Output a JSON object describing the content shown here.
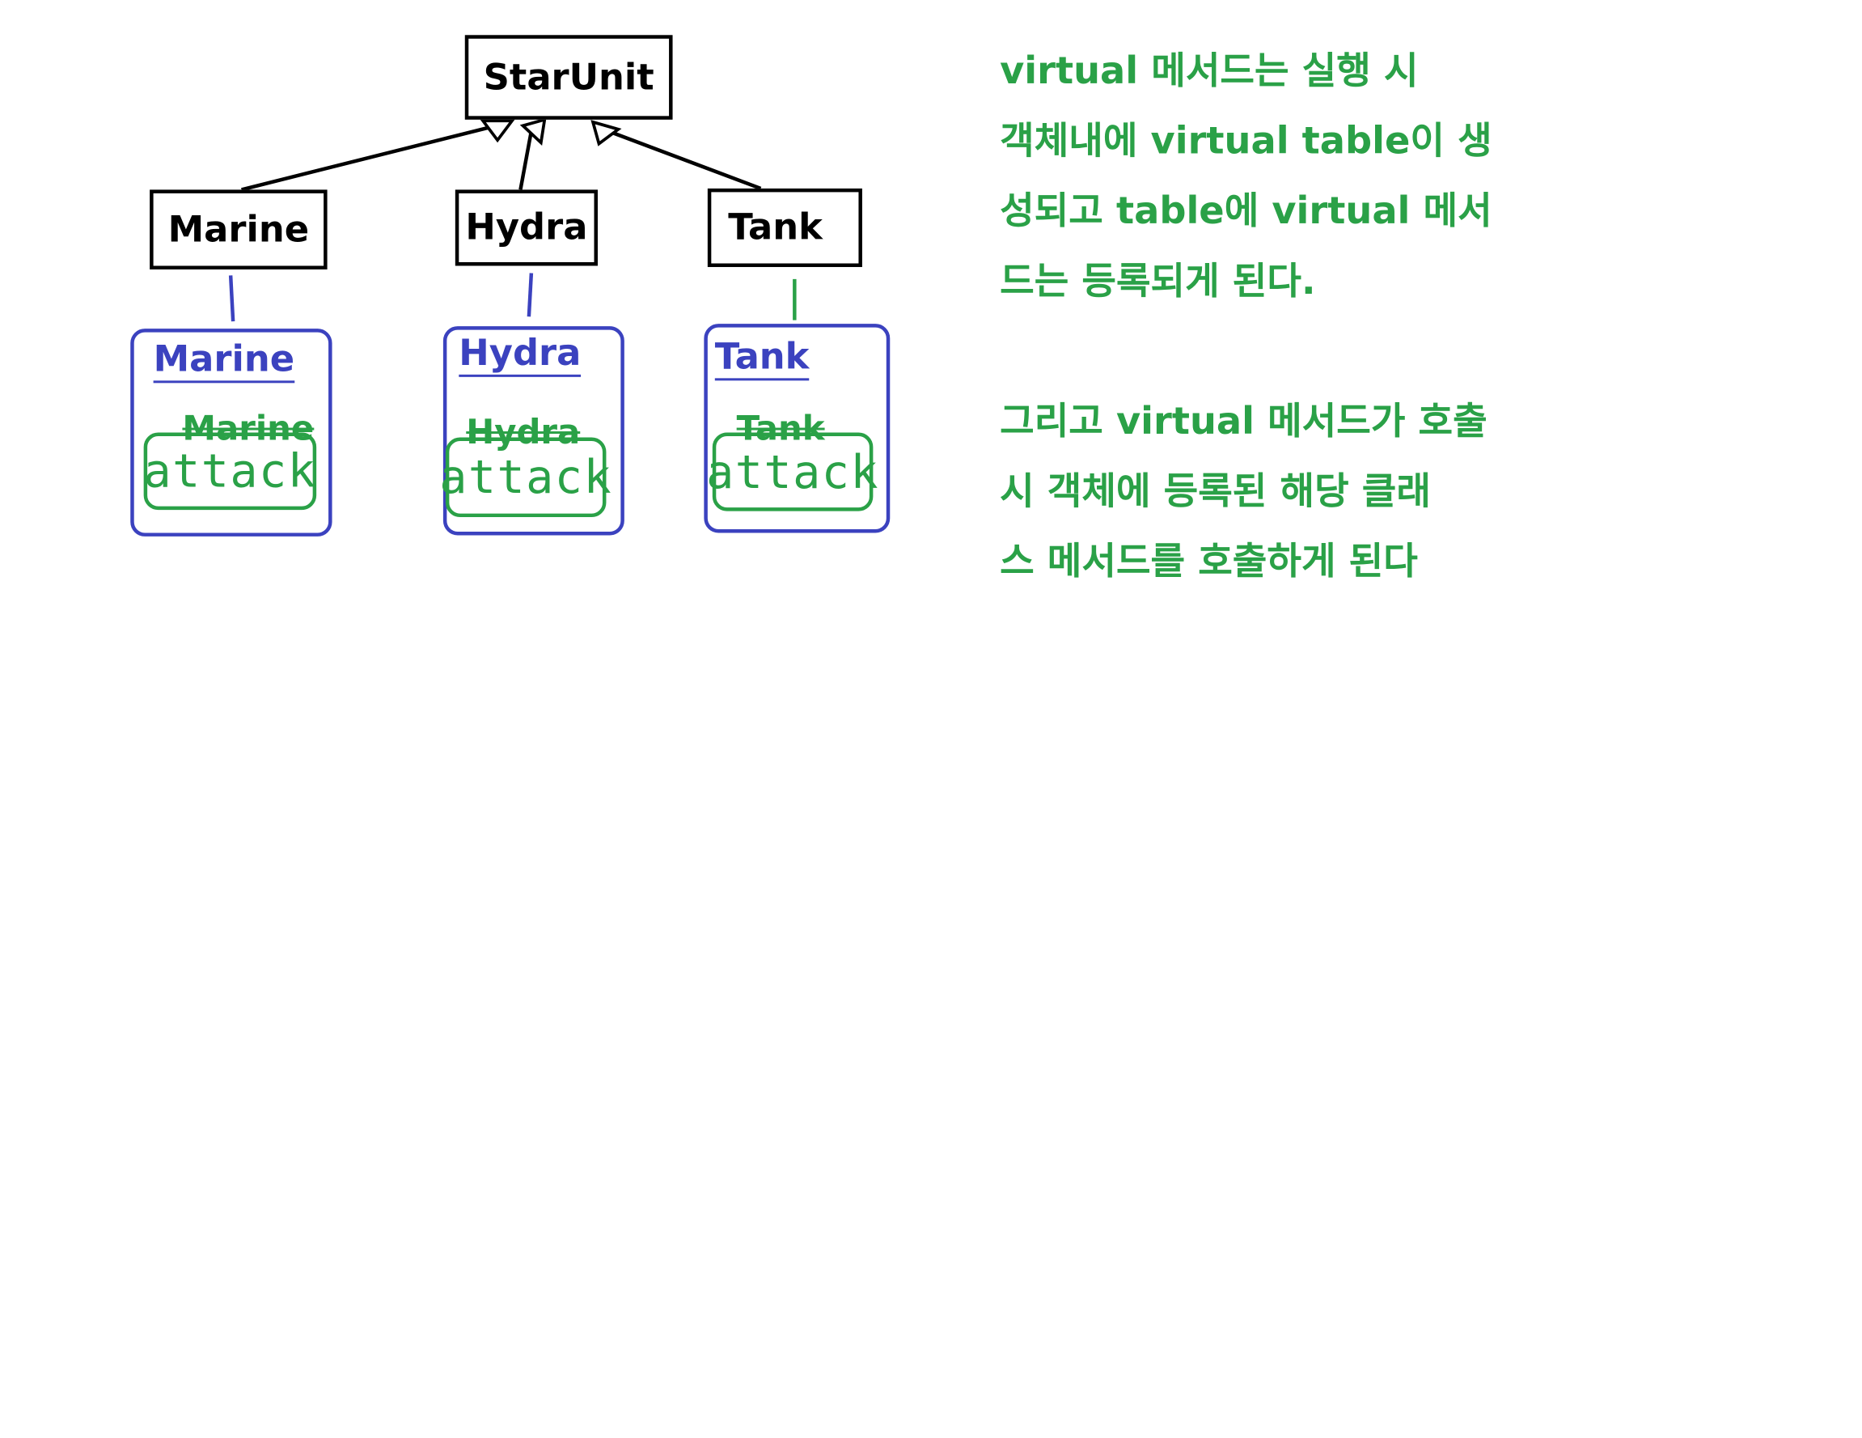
{
  "diagram": {
    "base_class": "StarUnit",
    "classes": [
      "Marine",
      "Hydra",
      "Tank"
    ],
    "vtables": [
      {
        "title": "Marine",
        "entry_label": "Marine",
        "method": "attack"
      },
      {
        "title": "Hydra",
        "entry_label": "Hydra",
        "method": "attack"
      },
      {
        "title": "Tank",
        "entry_label": "Tank",
        "method": "attack"
      }
    ]
  },
  "colors": {
    "class_box": "#000000",
    "vtable": "#3b42bf",
    "method": "#2aa147",
    "text": "#2aa147"
  },
  "explanation": {
    "paragraph1": [
      "virtual 메서드는 실행 시",
      "객체내에 virtual table이 생",
      "성되고 table에 virtual 메서",
      "드는 등록되게 된다."
    ],
    "paragraph2": [
      "그리고 virtual 메서드가 호출",
      "시 객체에 등록된 해당 클래",
      "스 메서드를 호출하게 된다"
    ]
  }
}
